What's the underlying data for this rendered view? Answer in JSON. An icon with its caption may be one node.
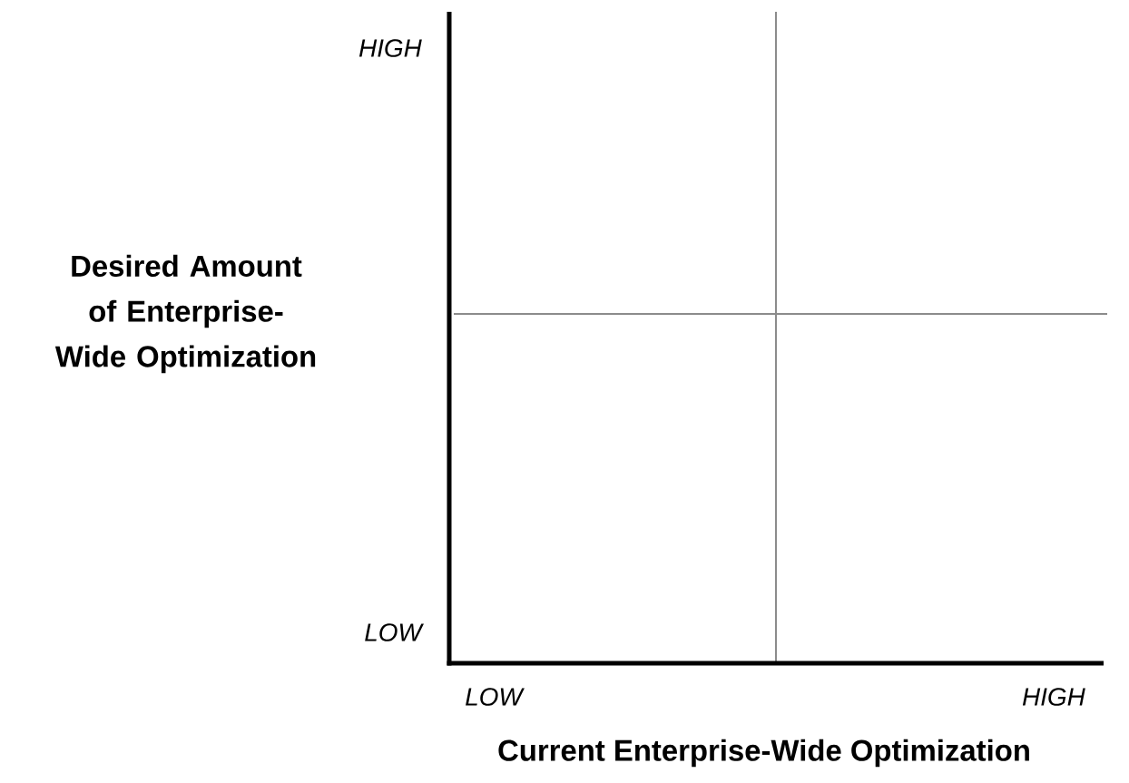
{
  "diagram": {
    "labels": [
      "HIGH",
      "Desired Amount of Enterprise-Wide Optimization",
      "LOW",
      "LOW",
      "HIGH",
      "Current Enterprise-Wide Optimization"
    ]
  }
}
